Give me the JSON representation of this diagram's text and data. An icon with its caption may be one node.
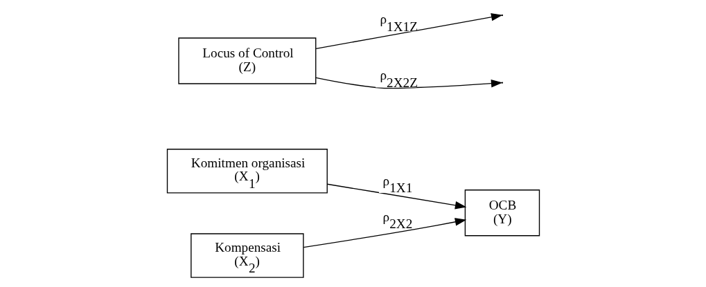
{
  "diagram": {
    "nodes": [
      {
        "text": [
          "Komitmen organisasi (X$_{1}$)"
        ]
      },
      {
        "text": [
          "Kompensasi (X$_{2}$)"
        ]
      },
      {
        "text": [
          "OCB (Y)"
        ]
      },
      {
        "text": [
          "Locus of Control (Z)"
        ]
      }
    ],
    "edges": [
      {
        "from": 0,
        "to": 2,
        "arrow": "to",
        "label": "ρ$_{1X1}$"
      },
      {
        "from": 1,
        "to": 2,
        "arrow": "to",
        "label": "ρ$_{2X2}$"
      },
      {
        "from": 3,
        "to": null,
        "arrow": "to",
        "label": "ρ$_{1X1Z}$"
      },
      {
        "from": 3,
        "to": null,
        "arrow": "to",
        "label": "ρ$_{2X2Z}$"
      }
    ]
  }
}
